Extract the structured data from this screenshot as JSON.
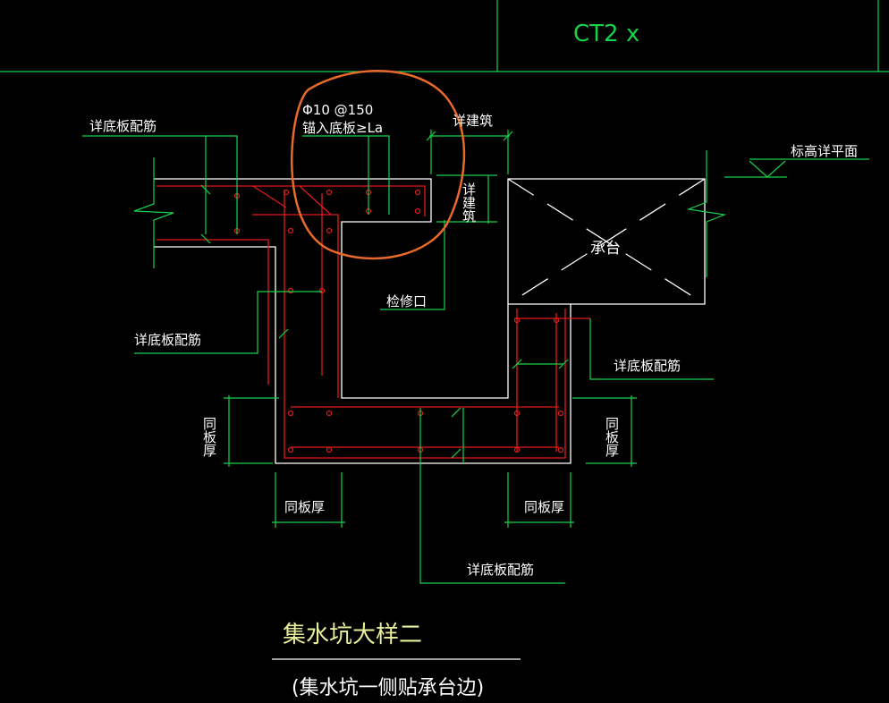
{
  "title_block": {
    "code": "CT2 x"
  },
  "labels": {
    "rebar_spec": "Φ10 @150",
    "anchor_note": "锚入底板≥La",
    "detail_bottom_rebar_tl": "详底板配筋",
    "detail_bottom_rebar_ml": "详底板配筋",
    "detail_bottom_rebar_mr": "详底板配筋",
    "detail_bottom_rebar_bc": "详底板配筋",
    "detail_arch_top": "详建筑",
    "detail_arch_side": "详建筑",
    "elevation_note": "标高详平面",
    "pile_cap": "承台",
    "access_port": "检修口",
    "same_slab_left_v": "同板厚",
    "same_slab_right_v": "同板厚",
    "same_slab_left_h": "同板厚",
    "same_slab_right_h": "同板厚"
  },
  "drawing": {
    "title": "集水坑大样二",
    "subtitle": "(集水坑一侧贴承台边)"
  },
  "colors": {
    "background": "#000000",
    "dimension": "#18d14a",
    "outline": "#ffffff",
    "rebar": "#e01b1b",
    "markup": "#e86a28",
    "title": "#e8ef9a"
  }
}
